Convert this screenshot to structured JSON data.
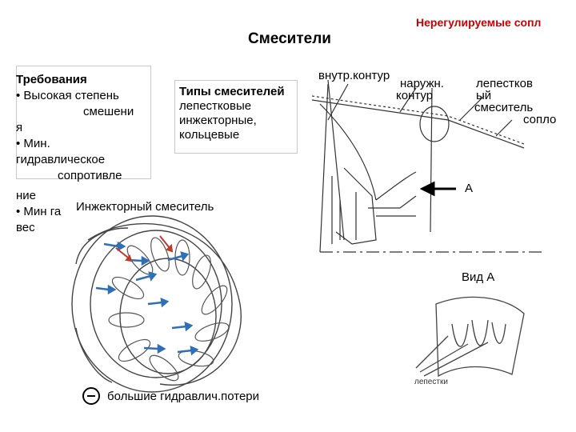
{
  "slide": {
    "title": "Смесители",
    "corner_title": "Нерегулируемые сопл"
  },
  "requirements": {
    "heading": "Требования",
    "lines": [
      "• Высокая степень",
      "смешени",
      "я",
      "• Мин.",
      "гидравлическое",
      "сопротивле",
      "ние",
      "• Мин га",
      "вес"
    ]
  },
  "types": {
    "heading": "Типы смесителей",
    "items": [
      "лепестковые",
      "инжекторные,",
      "кольцевые"
    ]
  },
  "injector_label": "Инжекторный смеситель",
  "nozzle_labels": {
    "inner_contour": "внутр.контур",
    "outer_contour_1": "наружн.",
    "outer_contour_2": "контур",
    "petal_1": "лепестков",
    "petal_2": "ый",
    "petal_3": "смеситель",
    "nozzle": "сопло",
    "marker_a": "А",
    "view_a": "Вид А",
    "petals_small": "лепестки"
  },
  "drawback": "большие гидравлич.потери"
}
